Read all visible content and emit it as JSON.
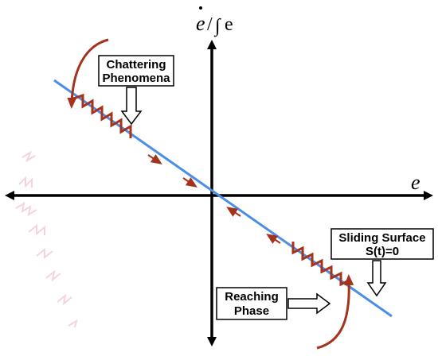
{
  "axes": {
    "x_label": "e",
    "y_label_num": "e",
    "y_label_sep": "/",
    "y_label_int": "∫",
    "y_label_den": "e"
  },
  "labels": {
    "chattering_line1": "Chattering",
    "chattering_line2": "Phenomena",
    "sliding_line1": "Sliding Surface",
    "sliding_line2": "S(t)=0",
    "reaching_line1": "Reaching",
    "reaching_line2": "Phase"
  },
  "icons": [
    "arrow-up-icon",
    "arrow-down-icon",
    "arrow-left-icon",
    "arrow-right-icon"
  ],
  "colors": {
    "axis": "#000000",
    "sliding_surface": "#4a8ee8",
    "trajectory": "#a5321b",
    "box_border": "#000000"
  }
}
